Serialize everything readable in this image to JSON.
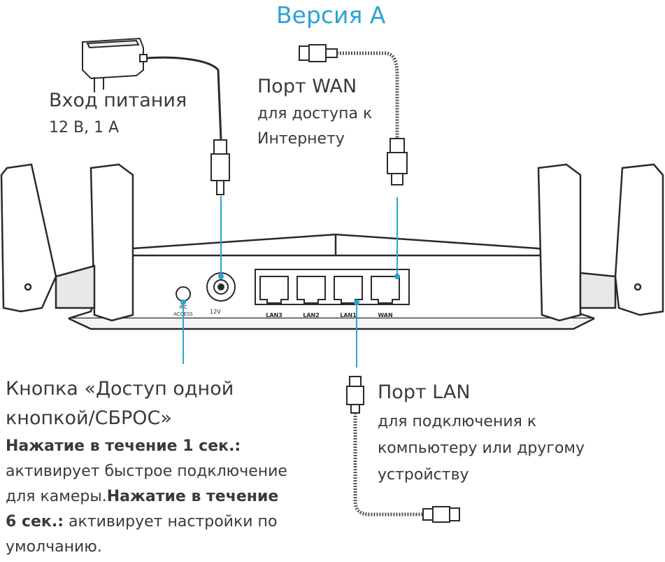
{
  "title": "Версия А",
  "power": {
    "line1": "Вход питания",
    "line2": "12 В, 1 А"
  },
  "wan": {
    "line1": "Порт WAN",
    "line2": "для доступа к",
    "line3": "Интернету"
  },
  "reset": {
    "line1": "Кнопка «Доступ одной",
    "line2": "кнопкой/СБРОС»",
    "bold1": "Нажатие в течение 1 сек.:",
    "line4": "активирует быстрое подключение",
    "line5_a": "для камеры.",
    "line5_b": "Нажатие в течение",
    "line6_a": "6 сек.:",
    "line6_b": " активирует настройки по",
    "line7": "умолчанию."
  },
  "lan": {
    "line1": "Порт LAN",
    "line2": "для подключения к",
    "line3": "компьютеру или другому",
    "line4": "устройству"
  },
  "router_labels": {
    "ipc": "IPC",
    "access": "ACCESS",
    "dc": "12V",
    "lan3": "LAN3",
    "lan2": "LAN2",
    "lan1": "LAN1",
    "wan": "WAN"
  },
  "colors": {
    "accent": "#2aa3d6",
    "line": "#2a2a2a"
  }
}
